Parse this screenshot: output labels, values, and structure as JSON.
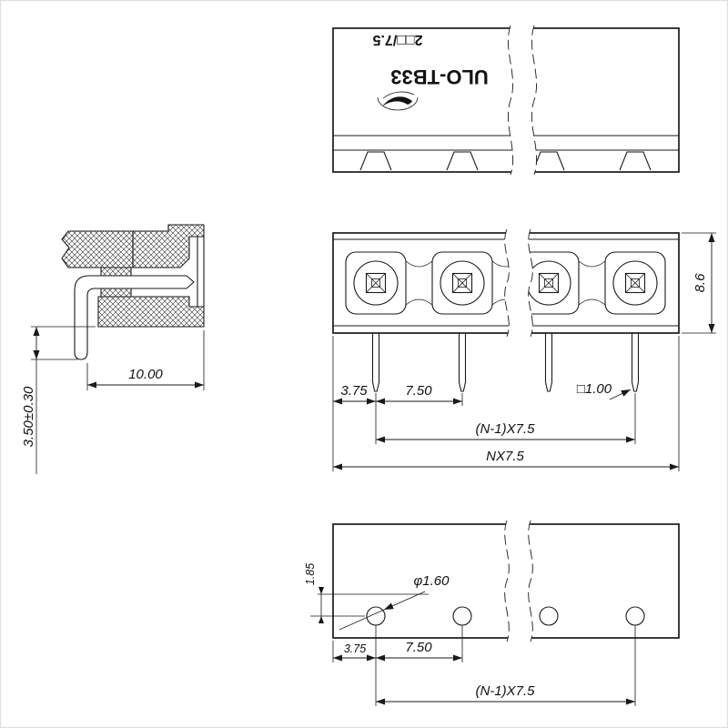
{
  "drawing": {
    "colors": {
      "line": "#1a1a1a",
      "background": "#ffffff"
    },
    "top_view": {
      "marking_model": "ULO-TB33",
      "marking_spec": "2□□/7.5",
      "logo_icon": "bird-swoosh"
    },
    "side_view": {
      "dim_depth": "10.00",
      "dim_pin_length": "3.50±0.30"
    },
    "front_view": {
      "dim_height": "8.6",
      "dim_edge_to_pin": "3.75",
      "dim_pitch": "7.50",
      "dim_pin_square": "□1.00",
      "dim_span": "(N-1)X7.5",
      "dim_total": "NX7.5"
    },
    "footprint": {
      "dim_row_offset": "1.85",
      "dim_hole_dia": "φ1.60",
      "dim_edge_to_hole": "3.75",
      "dim_pitch": "7.50",
      "dim_span": "(N-1)X7.5"
    }
  }
}
